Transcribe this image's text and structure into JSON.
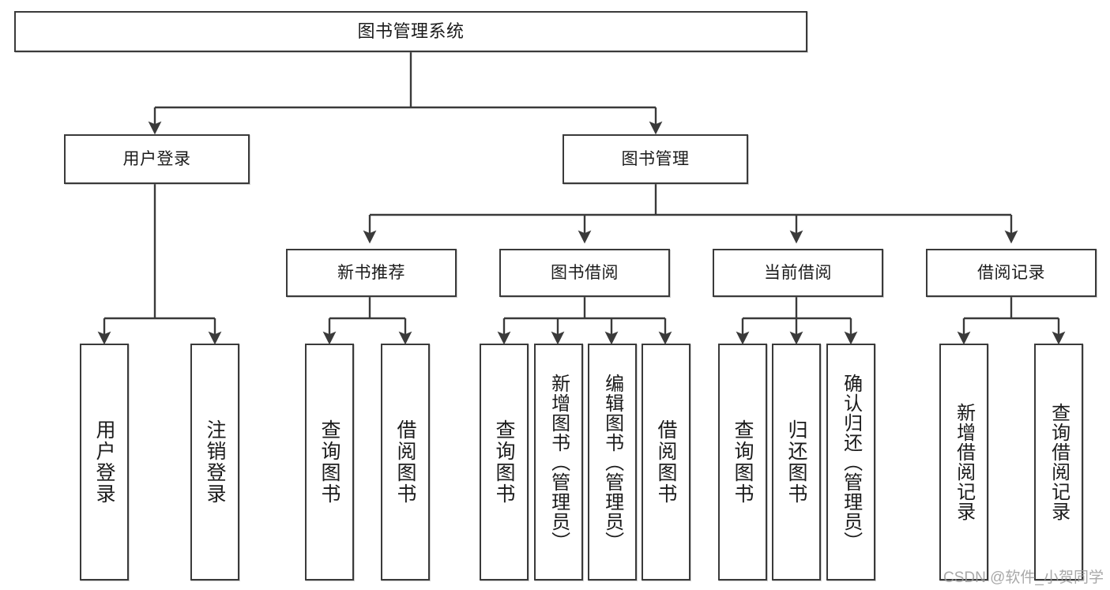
{
  "diagram": {
    "title": "图书管理系统",
    "type": "hierarchy-tree",
    "colors": {
      "stroke": "#3a3a3a",
      "fill": "#ffffff",
      "text": "#1b1b1b",
      "watermark": "#9a9a9a"
    },
    "levels": {
      "root": {
        "label": "图书管理系统"
      },
      "level2": [
        {
          "id": "user-login",
          "label": "用户登录"
        },
        {
          "id": "book-manage",
          "label": "图书管理"
        }
      ],
      "level3": [
        {
          "id": "new-book-recommend",
          "label": "新书推荐"
        },
        {
          "id": "book-borrow",
          "label": "图书借阅"
        },
        {
          "id": "current-borrow",
          "label": "当前借阅"
        },
        {
          "id": "borrow-record",
          "label": "借阅记录"
        }
      ],
      "leaves": {
        "user-login": [
          {
            "id": "leaf-user-login",
            "label": "用户登录"
          },
          {
            "id": "leaf-user-logout",
            "label": "注销登录"
          }
        ],
        "new-book-recommend": [
          {
            "id": "leaf-query-book-1",
            "label": "查询图书"
          },
          {
            "id": "leaf-borrow-book-1",
            "label": "借阅图书"
          }
        ],
        "book-borrow": [
          {
            "id": "leaf-query-book-2",
            "label": "查询图书"
          },
          {
            "id": "leaf-add-book",
            "label": "新增图书（管理员）"
          },
          {
            "id": "leaf-edit-book",
            "label": "编辑图书（管理员）"
          },
          {
            "id": "leaf-borrow-book-2",
            "label": "借阅图书"
          }
        ],
        "current-borrow": [
          {
            "id": "leaf-query-book-3",
            "label": "查询图书"
          },
          {
            "id": "leaf-return-book",
            "label": "归还图书"
          },
          {
            "id": "leaf-confirm-return",
            "label": "确认归还（管理员）"
          }
        ],
        "borrow-record": [
          {
            "id": "leaf-add-record",
            "label": "新增借阅记录"
          },
          {
            "id": "leaf-query-record",
            "label": "查询借阅记录"
          }
        ]
      }
    }
  },
  "watermark": {
    "text": "CSDN @软件_小贺同学"
  }
}
